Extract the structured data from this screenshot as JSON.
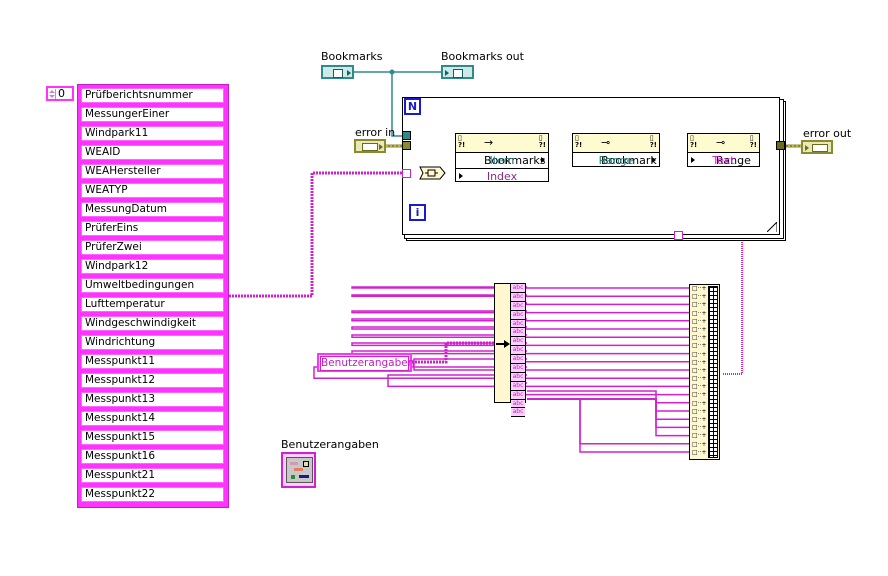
{
  "diagram": {
    "type": "LabVIEW block diagram",
    "wire_colors": {
      "refnum": "#2e8b8b",
      "error": "#8a8a2e",
      "string": "#d020d0"
    }
  },
  "array_constant": {
    "index_value": "0",
    "elements": [
      "Prüfberichtsnummer",
      "MessungerEiner",
      "Windpark11",
      "WEAID",
      "WEAHersteller",
      "WEATYP",
      "MessungDatum",
      "PrüferEins",
      "PrüferZwei",
      "Windpark12",
      "Umweltbedingungen",
      "Lufttemperatur",
      "Windgeschwindigkeit",
      "Windrichtung",
      "Messpunkt11",
      "Messpunkt12",
      "Messpunkt13",
      "Messpunkt14",
      "Messpunkt15",
      "Messpunkt16",
      "Messpunkt21",
      "Messpunkt22"
    ]
  },
  "terminals": {
    "bookmarks_in": "Bookmarks",
    "bookmarks_out": "Bookmarks out",
    "error_in": "error in",
    "error_out": "error out"
  },
  "for_loop": {
    "count_label": "N",
    "iteration_label": "i"
  },
  "nodes": [
    {
      "header": "Bookmarks",
      "header_glyph": "→",
      "rows": [
        "Item",
        "Index"
      ]
    },
    {
      "header": "Bookmark",
      "header_glyph": "⊸",
      "rows": [
        "Range"
      ]
    },
    {
      "header": "Range",
      "header_glyph": "⊸",
      "rows": [
        "Text"
      ]
    }
  ],
  "string_constant": {
    "value": "Benutzerangaben"
  },
  "cluster_constant": {
    "label": "Benutzerangaben"
  },
  "scan_node": {
    "output_label": "abc",
    "output_count": 15
  },
  "bundle_node": {
    "input_count": 21
  }
}
